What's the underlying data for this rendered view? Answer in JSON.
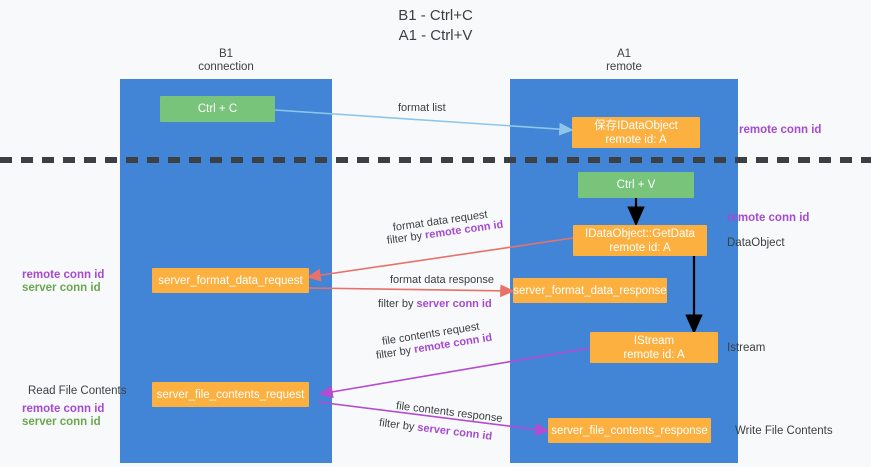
{
  "title": "B1 - Ctrl+C\nA1 - Ctrl+V",
  "lanes": [
    {
      "name": "left-lane",
      "header": "B1\nconnection"
    },
    {
      "name": "right-lane",
      "header": "A1\nremote"
    }
  ],
  "nodes": {
    "ctrl_c": {
      "line1": "Ctrl + C"
    },
    "save_idataobject": {
      "line1": "保存IDataObject",
      "line2": "remote id: A"
    },
    "ctrl_v": {
      "line1": "Ctrl + V"
    },
    "getdata": {
      "line1": "IDataObject::GetData",
      "line2": "remote id: A"
    },
    "server_format_data_request": {
      "line1": "server_format_data_request"
    },
    "server_format_data_response": {
      "line1": "server_format_data_response"
    },
    "istream": {
      "line1": "IStream",
      "line2": "remote id: A"
    },
    "server_file_contents_request": {
      "line1": "server_file_contents_request"
    },
    "server_file_contents_response": {
      "line1": "server_file_contents_response"
    }
  },
  "edge_labels": {
    "format_list": "format list",
    "format_data_request": "format data request",
    "filter_by_remote_1_prefix": "filter by ",
    "filter_by_remote_1_key": "remote conn id",
    "format_data_response": "format data response",
    "filter_by_server_1_prefix": "filter by ",
    "filter_by_server_1_key": "server conn id",
    "file_contents_request": "file contents request",
    "filter_by_remote_2_prefix": "filter by ",
    "filter_by_remote_2_key": "remote conn id",
    "file_contents_response": "file contents response",
    "filter_by_server_2_prefix": "filter by ",
    "filter_by_server_2_key": "server conn id"
  },
  "annotations": {
    "right_remote_top": "remote conn id",
    "right_remote_mid": "remote conn id",
    "right_dataobject": "DataObject",
    "right_istream": "Istream",
    "right_write_file_contents": "Write File Contents",
    "left_remote_conn_id": "remote conn id",
    "left_server_conn_id": "server conn id",
    "left_read_file_contents": "Read File Contents",
    "left_remote_conn_id_2": "remote conn id",
    "left_server_conn_id_2": "server conn id"
  },
  "colors": {
    "lane": "#4285d6",
    "green_node": "#77c47a",
    "orange_node": "#fbb040",
    "remote_key": "#a64ad1",
    "server_key_green": "#6aa84f",
    "arrow_blue": "#8ec6ea",
    "arrow_red": "#e8716a",
    "arrow_purple": "#b44bd0",
    "arrow_black": "#000000",
    "background": "#f8f9fa"
  }
}
